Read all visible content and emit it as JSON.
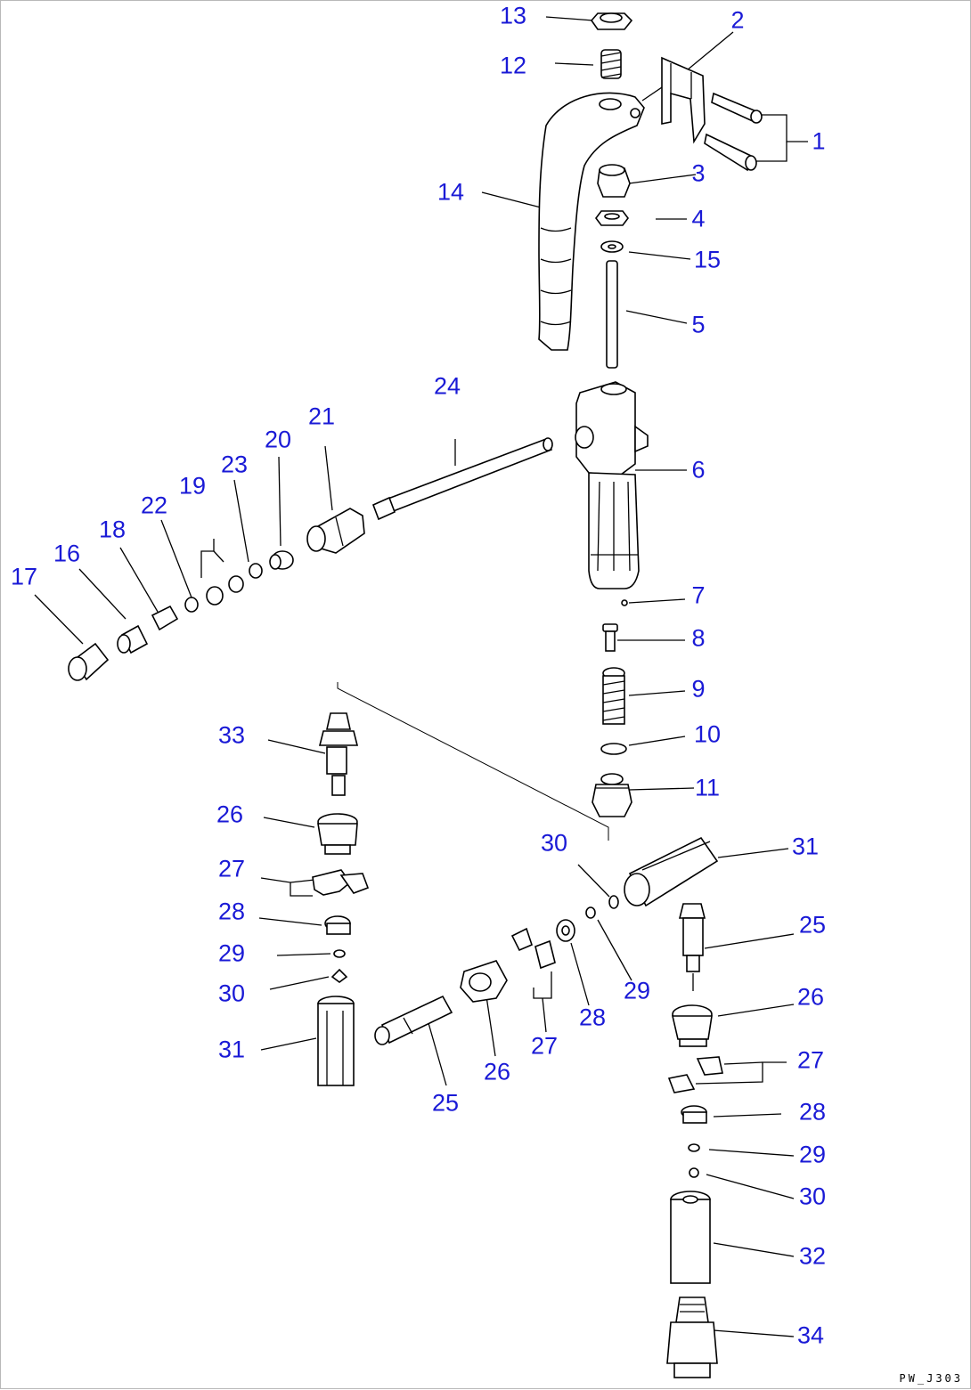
{
  "diagram": {
    "drawing_code": "PW_J303",
    "callouts": [
      "13",
      "12",
      "2",
      "1",
      "14",
      "3",
      "4",
      "15",
      "5",
      "24",
      "21",
      "20",
      "23",
      "19",
      "22",
      "18",
      "16",
      "17",
      "6",
      "7",
      "8",
      "9",
      "10",
      "11",
      "33",
      "26",
      "27",
      "28",
      "29",
      "30",
      "31",
      "25",
      "26",
      "27",
      "28",
      "29",
      "30",
      "31",
      "25",
      "26",
      "27",
      "28",
      "29",
      "30",
      "32",
      "34"
    ]
  },
  "colors": {
    "label": "#1a1ad6",
    "line": "#000000"
  }
}
